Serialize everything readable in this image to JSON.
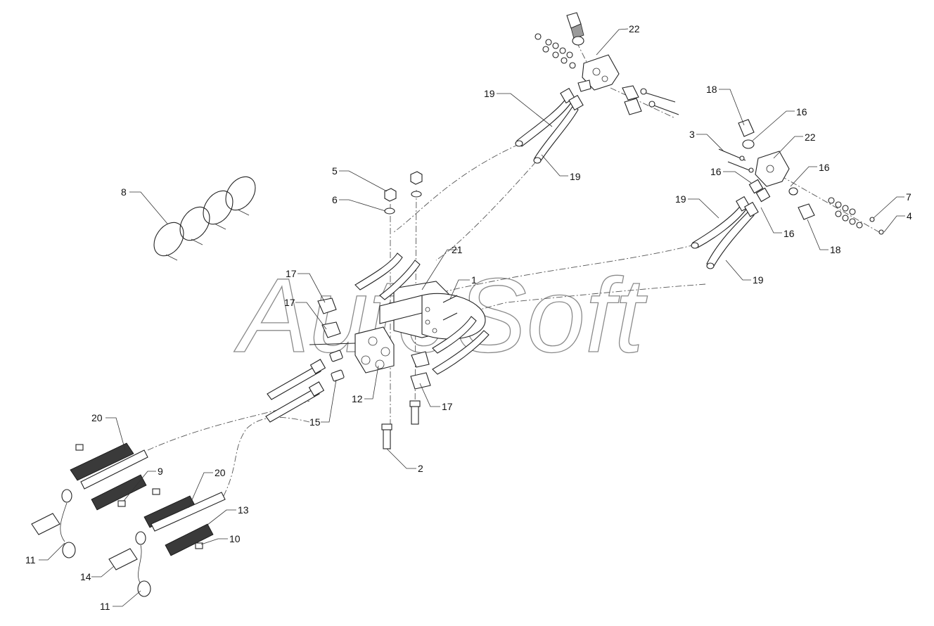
{
  "watermark": "AutoSoft",
  "callouts": [
    {
      "id": "c22a",
      "text": "22"
    },
    {
      "id": "c19a",
      "text": "19"
    },
    {
      "id": "c19b",
      "text": "19"
    },
    {
      "id": "c18a",
      "text": "18"
    },
    {
      "id": "c16a",
      "text": "16"
    },
    {
      "id": "c3",
      "text": "3"
    },
    {
      "id": "c22b",
      "text": "22"
    },
    {
      "id": "c16b",
      "text": "16"
    },
    {
      "id": "c16c",
      "text": "16"
    },
    {
      "id": "c7",
      "text": "7"
    },
    {
      "id": "c4",
      "text": "4"
    },
    {
      "id": "c19c",
      "text": "19"
    },
    {
      "id": "c16d",
      "text": "16"
    },
    {
      "id": "c18b",
      "text": "18"
    },
    {
      "id": "c19d",
      "text": "19"
    },
    {
      "id": "c5",
      "text": "5"
    },
    {
      "id": "c6",
      "text": "6"
    },
    {
      "id": "c8",
      "text": "8"
    },
    {
      "id": "c21",
      "text": "21"
    },
    {
      "id": "c17a",
      "text": "17"
    },
    {
      "id": "c17b",
      "text": "17"
    },
    {
      "id": "c1",
      "text": "1"
    },
    {
      "id": "c12",
      "text": "12"
    },
    {
      "id": "c15",
      "text": "15"
    },
    {
      "id": "c17c",
      "text": "17"
    },
    {
      "id": "c2",
      "text": "2"
    },
    {
      "id": "c20a",
      "text": "20"
    },
    {
      "id": "c9",
      "text": "9"
    },
    {
      "id": "c20b",
      "text": "20"
    },
    {
      "id": "c13",
      "text": "13"
    },
    {
      "id": "c10",
      "text": "10"
    },
    {
      "id": "c11a",
      "text": "11"
    },
    {
      "id": "c14",
      "text": "14"
    },
    {
      "id": "c11b",
      "text": "11"
    }
  ]
}
